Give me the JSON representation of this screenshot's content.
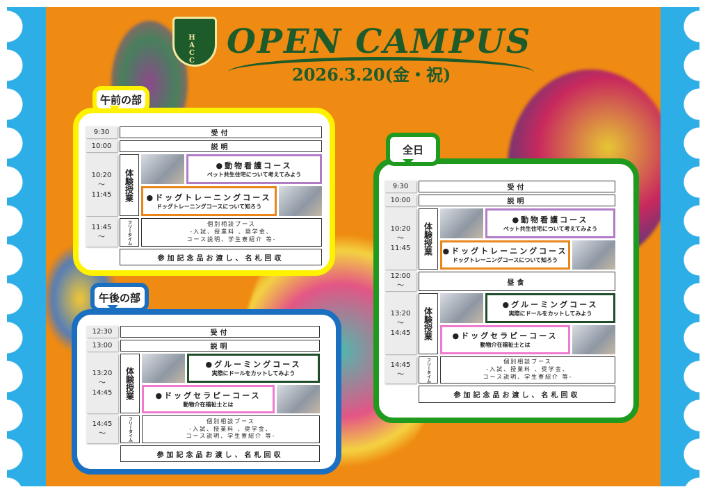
{
  "header": {
    "logo_text": "HACC",
    "title": "OPEN CAMPUS",
    "date": "2026.3.20(金・祝)"
  },
  "colors": {
    "background": "#ef8a12",
    "title": "#1e5b2a",
    "waves": "#2eaee6",
    "morning": "#fff200",
    "afternoon": "#1a6fc0",
    "allday": "#1f9a1f",
    "nursing": "#b07cc6",
    "training": "#e8861a",
    "grooming": "#1f4d2a",
    "therapy": "#f07ad0"
  },
  "panels": [
    {
      "id": "morning",
      "tab": "午前の部",
      "color": "#fff200",
      "rows": [
        {
          "type": "simple",
          "time": [
            "9:30"
          ],
          "label": "受付"
        },
        {
          "type": "simple",
          "time": [
            "10:00"
          ],
          "label": "説明"
        },
        {
          "type": "class",
          "time": [
            "10:20",
            "〜",
            "11:45"
          ],
          "label": "体験授業",
          "courses": [
            {
              "name": "●動物看護コース",
              "sub": "ペット共生住宅について考えてみよう",
              "color": "#b07cc6"
            },
            {
              "name": "●ドッグトレーニングコース",
              "sub": "ドッグトレーニングコースについて知ろう",
              "color": "#e8861a"
            }
          ]
        },
        {
          "type": "free",
          "time": [
            "11:45",
            "〜"
          ],
          "label": "フリータイム",
          "lines": [
            "個別相談ブース",
            "-入試、授業料 、奨学金、",
            "コース説明、学生寮紹介 等-"
          ]
        },
        {
          "type": "bottom",
          "label": "参加記念品お渡し、名札回収"
        }
      ]
    },
    {
      "id": "afternoon",
      "tab": "午後の部",
      "color": "#1a6fc0",
      "rows": [
        {
          "type": "simple",
          "time": [
            "12:30"
          ],
          "label": "受付"
        },
        {
          "type": "simple",
          "time": [
            "13:00"
          ],
          "label": "説明"
        },
        {
          "type": "class",
          "time": [
            "13:20",
            "〜",
            "14:45"
          ],
          "label": "体験授業",
          "courses": [
            {
              "name": "●グルーミングコース",
              "sub": "実際にドールをカットしてみよう",
              "color": "#1f4d2a"
            },
            {
              "name": "●ドッグセラピーコース",
              "sub": "動物介在福祉士とは",
              "color": "#f07ad0"
            }
          ]
        },
        {
          "type": "free",
          "time": [
            "14:45",
            "〜"
          ],
          "label": "フリータイム",
          "lines": [
            "個別相談ブース",
            "-入試、授業料 、奨学金、",
            "コース説明、学生寮紹介 等-"
          ]
        },
        {
          "type": "bottom",
          "label": "参加記念品お渡し、名札回収"
        }
      ]
    },
    {
      "id": "allday",
      "tab": "全日",
      "color": "#1f9a1f",
      "rows": [
        {
          "type": "simple",
          "time": [
            "9:30"
          ],
          "label": "受付"
        },
        {
          "type": "simple",
          "time": [
            "10:00"
          ],
          "label": "説明"
        },
        {
          "type": "class",
          "time": [
            "10:20",
            "〜",
            "11:45"
          ],
          "label": "体験授業",
          "courses": [
            {
              "name": "●動物看護コース",
              "sub": "ペット共生住宅について考えてみよう",
              "color": "#b07cc6"
            },
            {
              "name": "●ドッグトレーニングコース",
              "sub": "ドッグトレーニングコースについて知ろう",
              "color": "#e8861a"
            }
          ]
        },
        {
          "type": "lunch",
          "time": [
            "12:00",
            "〜"
          ],
          "label": "昼食"
        },
        {
          "type": "class",
          "time": [
            "13:20",
            "〜",
            "14:45"
          ],
          "label": "体験授業",
          "courses": [
            {
              "name": "●グルーミングコース",
              "sub": "実際にドールをカットしてみよう",
              "color": "#1f4d2a"
            },
            {
              "name": "●ドッグセラピーコース",
              "sub": "動物介在福祉士とは",
              "color": "#f07ad0"
            }
          ]
        },
        {
          "type": "free",
          "time": [
            "14:45",
            "〜"
          ],
          "label": "フリータイム",
          "lines": [
            "個別相談ブース",
            "-入試、授業料 、奨学金、",
            "コース説明、学生寮紹介 等-"
          ]
        },
        {
          "type": "bottom",
          "label": "参加記念品お渡し、名札回収"
        }
      ]
    }
  ]
}
